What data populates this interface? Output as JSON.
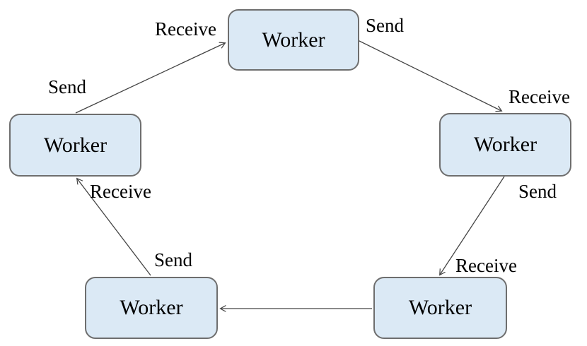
{
  "diagram": {
    "type": "ring-topology",
    "nodes": [
      {
        "id": "worker-top",
        "label": "Worker"
      },
      {
        "id": "worker-right",
        "label": "Worker"
      },
      {
        "id": "worker-bottom-right",
        "label": "Worker"
      },
      {
        "id": "worker-bottom-left",
        "label": "Worker"
      },
      {
        "id": "worker-left",
        "label": "Worker"
      }
    ],
    "edges": [
      {
        "from": "worker-left",
        "to": "worker-top",
        "labels": {
          "send": "Send",
          "receive": "Receive"
        }
      },
      {
        "from": "worker-top",
        "to": "worker-right",
        "labels": {
          "send": "Send",
          "receive": "Receive"
        }
      },
      {
        "from": "worker-right",
        "to": "worker-bottom-right",
        "labels": {
          "send": "Send",
          "receive": "Receive"
        }
      },
      {
        "from": "worker-bottom-right",
        "to": "worker-bottom-left",
        "labels": {}
      },
      {
        "from": "worker-bottom-left",
        "to": "worker-left",
        "labels": {
          "send": "Send",
          "receive": "Receive"
        }
      }
    ],
    "colors": {
      "node_fill": "#dbe9f5",
      "node_border": "#6e6e6e",
      "arrow": "#444444",
      "text": "#000000",
      "background": "#ffffff"
    }
  }
}
